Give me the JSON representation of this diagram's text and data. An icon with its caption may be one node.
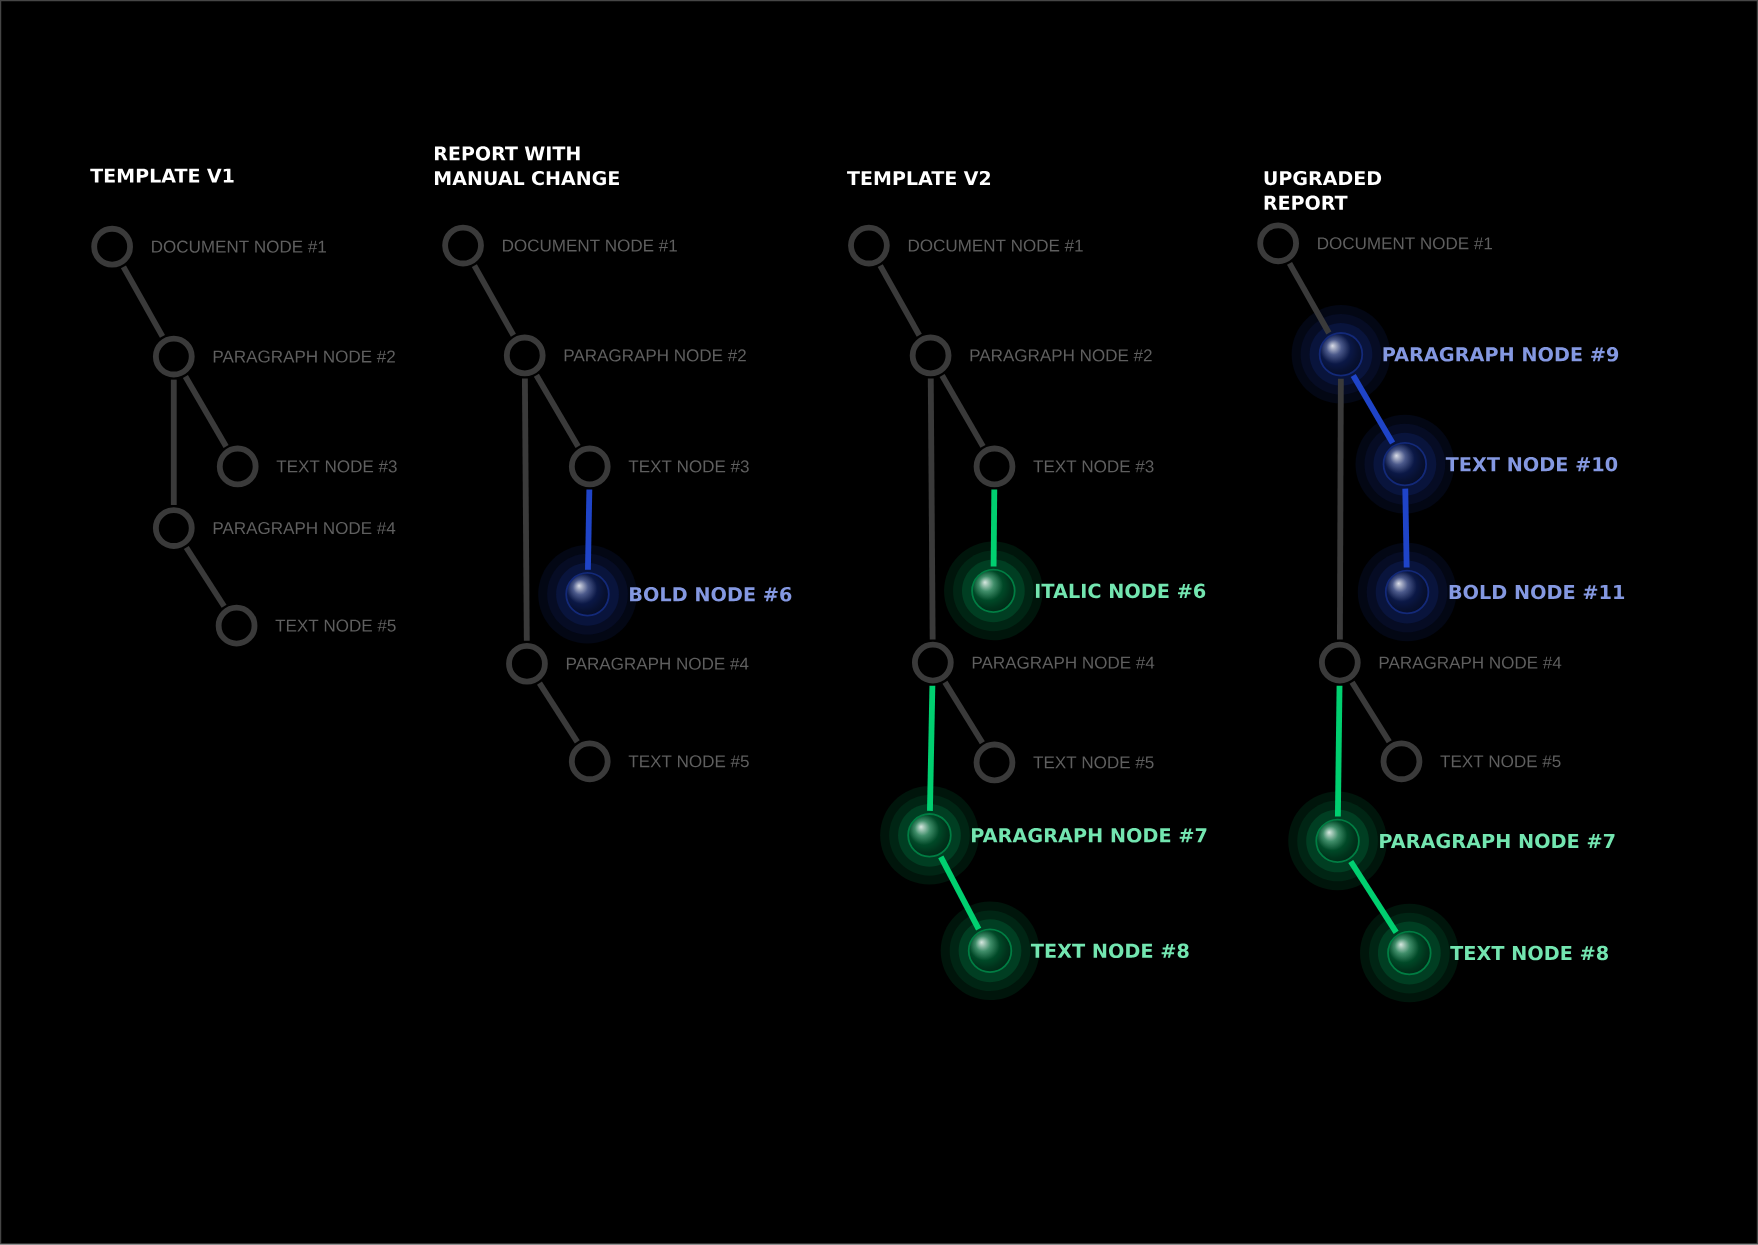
{
  "diagram": {
    "nodes": [
      {
        "text": [],
        "shape": "circle",
        "beside": [
          "DOCUMENT NODE #1"
        ]
      },
      {
        "text": [],
        "shape": "circle",
        "beside": [
          "PARAGRAPH NODE #2"
        ]
      },
      {
        "text": [],
        "shape": "circle",
        "beside": [
          "TEXT NODE #3"
        ]
      },
      {
        "text": [],
        "shape": "circle",
        "beside": [
          "PARAGRAPH NODE #4"
        ]
      },
      {
        "text": [],
        "shape": "circle",
        "beside": [
          "TEXT NODE #5"
        ]
      },
      {
        "text": [],
        "shape": "circle",
        "beside": [
          "DOCUMENT NODE #1"
        ]
      },
      {
        "text": [],
        "shape": "circle",
        "beside": [
          "PARAGRAPH NODE #2"
        ]
      },
      {
        "text": [],
        "shape": "circle",
        "beside": [
          "TEXT NODE #3"
        ]
      },
      {
        "text": [],
        "shape": "sphere",
        "beside": [
          "BOLD NODE #6"
        ]
      },
      {
        "text": [],
        "shape": "circle",
        "beside": [
          "PARAGRAPH NODE #4"
        ]
      },
      {
        "text": [],
        "shape": "circle",
        "beside": [
          "TEXT NODE #5"
        ]
      },
      {
        "text": [],
        "shape": "circle",
        "beside": [
          "DOCUMENT NODE #1"
        ]
      },
      {
        "text": [],
        "shape": "circle",
        "beside": [
          "PARAGRAPH NODE #2"
        ]
      },
      {
        "text": [],
        "shape": "circle",
        "beside": [
          "TEXT NODE #3"
        ]
      },
      {
        "text": [],
        "shape": "sphere",
        "beside": [
          "ITALIC NODE #6"
        ]
      },
      {
        "text": [],
        "shape": "circle",
        "beside": [
          "PARAGRAPH NODE #4"
        ]
      },
      {
        "text": [],
        "shape": "circle",
        "beside": [
          "TEXT NODE #5"
        ]
      },
      {
        "text": [],
        "shape": "sphere",
        "beside": [
          "PARAGRAPH NODE #7"
        ]
      },
      {
        "text": [],
        "shape": "sphere",
        "beside": [
          "TEXT NODE #8"
        ]
      },
      {
        "text": [],
        "shape": "circle",
        "beside": [
          "DOCUMENT NODE #1"
        ]
      },
      {
        "text": [],
        "shape": "sphere",
        "beside": [
          "PARAGRAPH NODE #9"
        ]
      },
      {
        "text": [],
        "shape": "sphere",
        "beside": [
          "TEXT NODE #10"
        ]
      },
      {
        "text": [],
        "shape": "sphere",
        "beside": [
          "BOLD NODE #11"
        ]
      },
      {
        "text": [],
        "shape": "circle",
        "beside": [
          "PARAGRAPH NODE #4"
        ]
      },
      {
        "text": [],
        "shape": "circle",
        "beside": [
          "TEXT NODE #5"
        ]
      },
      {
        "text": [],
        "shape": "sphere",
        "beside": [
          "PARAGRAPH NODE #7"
        ]
      },
      {
        "text": [],
        "shape": "sphere",
        "beside": [
          "TEXT NODE #8"
        ]
      }
    ],
    "edges": [
      {
        "from": 0,
        "to": 1,
        "arrow": "none"
      },
      {
        "from": 1,
        "to": 2,
        "arrow": "none"
      },
      {
        "from": 1,
        "to": 3,
        "arrow": "none"
      },
      {
        "from": 3,
        "to": 4,
        "arrow": "none"
      },
      {
        "from": 5,
        "to": 6,
        "arrow": "none"
      },
      {
        "from": 6,
        "to": 7,
        "arrow": "none"
      },
      {
        "from": 7,
        "to": 8,
        "arrow": "none",
        "color": "#1f44c8"
      },
      {
        "from": 6,
        "to": 9,
        "arrow": "none"
      },
      {
        "from": 9,
        "to": 10,
        "arrow": "none"
      },
      {
        "from": 11,
        "to": 12,
        "arrow": "none"
      },
      {
        "from": 12,
        "to": 13,
        "arrow": "none"
      },
      {
        "from": 13,
        "to": 14,
        "arrow": "none",
        "color": "#00d070"
      },
      {
        "from": 12,
        "to": 15,
        "arrow": "none"
      },
      {
        "from": 15,
        "to": 16,
        "arrow": "none"
      },
      {
        "from": 15,
        "to": 17,
        "arrow": "none",
        "color": "#00d070"
      },
      {
        "from": 17,
        "to": 18,
        "arrow": "none",
        "color": "#00d070"
      },
      {
        "from": 19,
        "to": 20,
        "arrow": "none"
      },
      {
        "from": 20,
        "to": 21,
        "arrow": "none",
        "color": "#1f44c8"
      },
      {
        "from": 21,
        "to": 22,
        "arrow": "none",
        "color": "#1f44c8"
      },
      {
        "from": 20,
        "to": 23,
        "arrow": "none"
      },
      {
        "from": 23,
        "to": 24,
        "arrow": "none"
      },
      {
        "from": 23,
        "to": 25,
        "arrow": "none",
        "color": "#00d070"
      },
      {
        "from": 25,
        "to": 26,
        "arrow": "none",
        "color": "#00d070"
      }
    ],
    "labels": [
      "TEMPLATE V1",
      "REPORT WITH MANUAL CHANGE",
      "TEMPLATE V2",
      "UPGRADED REPORT"
    ]
  }
}
